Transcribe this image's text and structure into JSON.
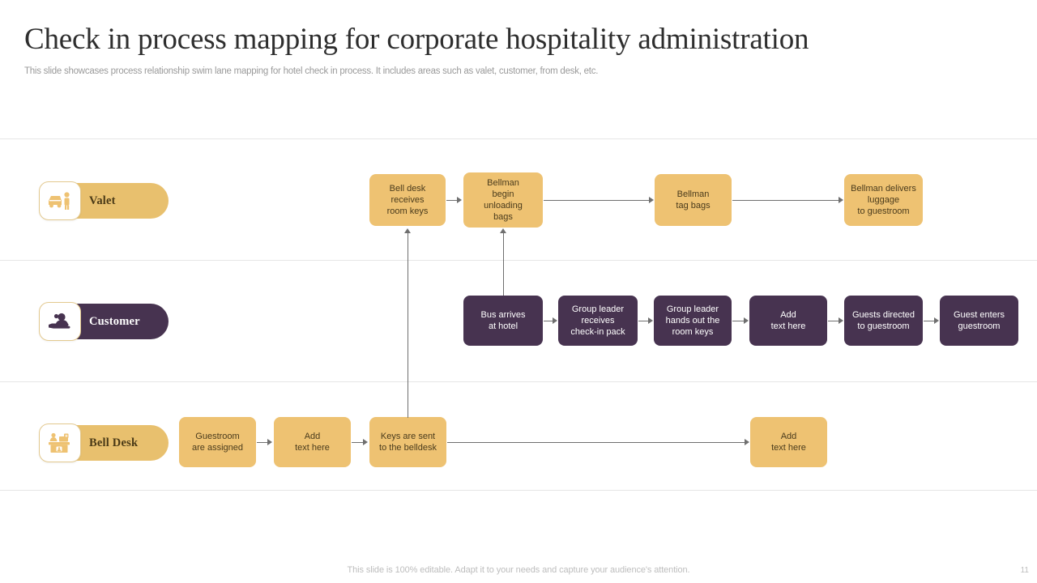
{
  "header": {
    "title": "Check in process mapping for corporate hospitality administration",
    "subtitle": "This slide showcases process relationship swim lane mapping for hotel check in process. It includes areas such as valet, customer, from desk, etc."
  },
  "colors": {
    "gold": "#eec272",
    "gold_pill": "#e8c06e",
    "purple": "#473350",
    "connector": "#6f6f6f",
    "divider": "#e6e6e6",
    "title_text": "#2e2e2e",
    "muted_text": "#9a9a9a"
  },
  "lanes": [
    {
      "id": "valet",
      "label": "Valet",
      "icon": "valet-car-icon",
      "style": "gold"
    },
    {
      "id": "customer",
      "label": "Customer",
      "icon": "customer-hand-icon",
      "style": "purple"
    },
    {
      "id": "belldesk",
      "label": "Bell Desk",
      "icon": "bell-desk-icon",
      "style": "gold"
    }
  ],
  "nodes": {
    "valet": [
      {
        "id": "v1",
        "text": "Bell desk\nreceives\nroom keys"
      },
      {
        "id": "v2",
        "text": "Bellman\nbegin\nunloading\nbags"
      },
      {
        "id": "v3",
        "text": "Bellman\ntag bags"
      },
      {
        "id": "v4",
        "text": "Bellman delivers\nluggage\nto guestroom"
      }
    ],
    "customer": [
      {
        "id": "c1",
        "text": "Bus arrives\nat hotel"
      },
      {
        "id": "c2",
        "text": "Group leader\nreceives\ncheck-in pack"
      },
      {
        "id": "c3",
        "text": "Group leader\nhands out the\nroom keys"
      },
      {
        "id": "c4",
        "text": "Add\ntext here"
      },
      {
        "id": "c5",
        "text": "Guests directed\nto guestroom"
      },
      {
        "id": "c6",
        "text": "Guest enters\nguestroom"
      }
    ],
    "belldesk": [
      {
        "id": "b1",
        "text": "Guestroom\nare assigned"
      },
      {
        "id": "b2",
        "text": "Add\ntext here"
      },
      {
        "id": "b3",
        "text": "Keys are sent\nto the belldesk"
      },
      {
        "id": "b4",
        "text": "Add\ntext here"
      }
    ]
  },
  "footer": {
    "note": "This slide is 100% editable. Adapt it to your needs and capture your audience's attention.",
    "page_number": "11"
  }
}
